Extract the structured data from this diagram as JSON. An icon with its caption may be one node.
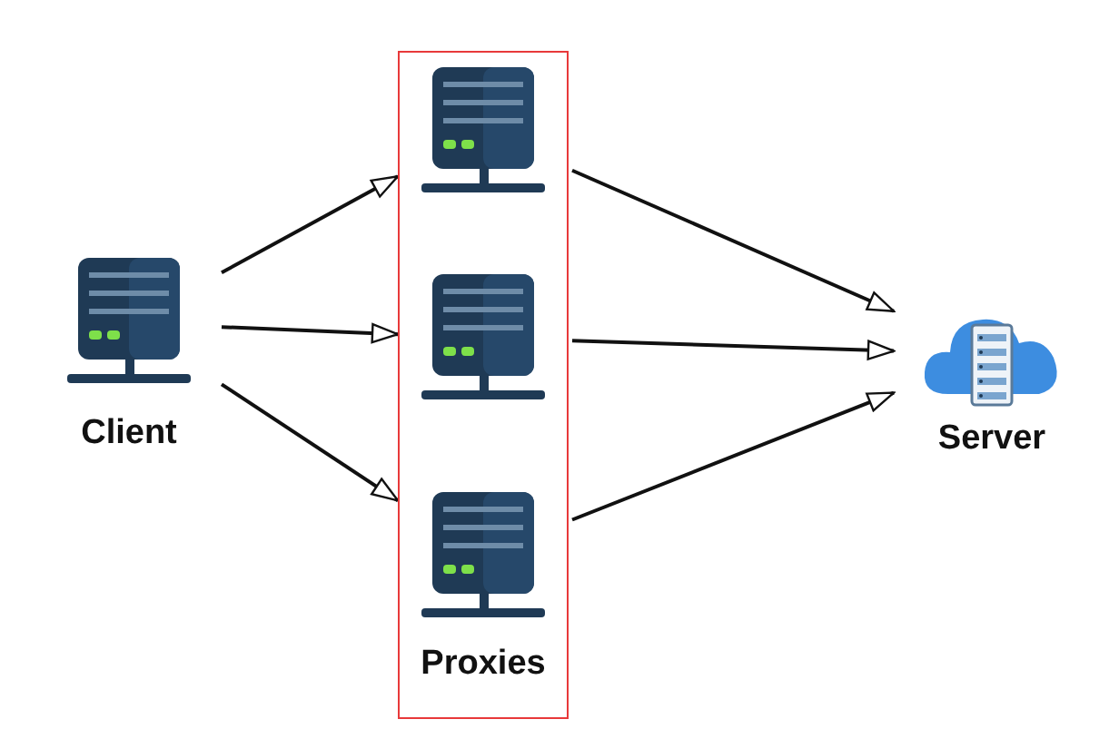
{
  "diagram": {
    "nodes": [
      {
        "text": [
          "Client"
        ]
      },
      {
        "text": [
          "Proxies"
        ]
      },
      {
        "text": [],
        "shape": "picture",
        "in": 1
      },
      {
        "text": [],
        "shape": "picture",
        "in": 1
      },
      {
        "text": [],
        "shape": "picture",
        "in": 1
      },
      {
        "text": [
          "Server"
        ]
      }
    ],
    "edges": [
      {
        "from": 0,
        "to": 2,
        "arrow": "to"
      },
      {
        "from": 0,
        "to": 3,
        "arrow": "to"
      },
      {
        "from": 0,
        "to": 4,
        "arrow": "to"
      },
      {
        "from": 2,
        "to": 5,
        "arrow": "to"
      },
      {
        "from": 3,
        "to": 5,
        "arrow": "to"
      },
      {
        "from": 4,
        "to": 5,
        "arrow": "to"
      }
    ]
  }
}
